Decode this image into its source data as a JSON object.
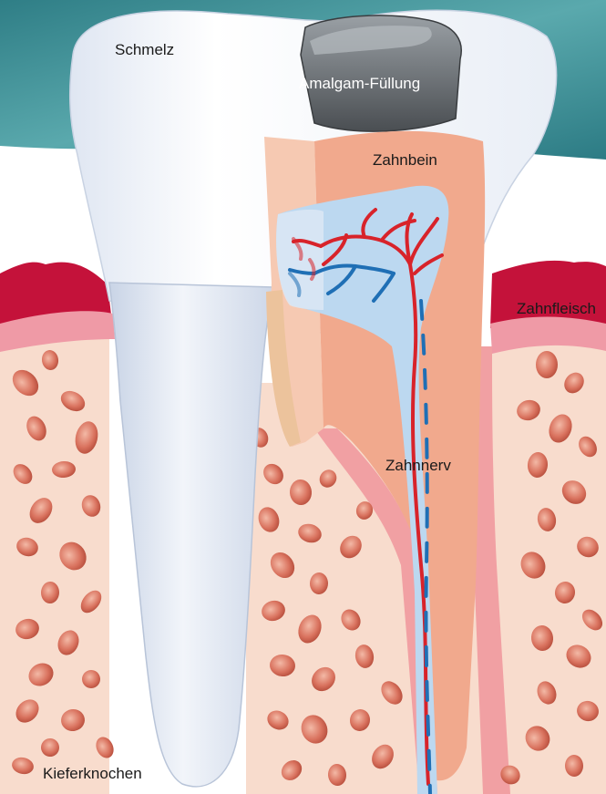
{
  "labels": {
    "enamel": "Schmelz",
    "filling": "Amalgam-Füllung",
    "dentin": "Zahnbein",
    "gum": "Zahnfleisch",
    "nerve": "Zahnnerv",
    "jawbone": "Kieferknochen"
  },
  "colors": {
    "background_top": "#3f8f96",
    "enamel": "#f4f6fb",
    "root": "#dde6f2",
    "dentin": "#f1a98d",
    "dentin_light": "#f6c9b2",
    "pulp": "#bcd8f0",
    "artery": "#d8232a",
    "vein": "#1f6fb5",
    "gum": "#c4123a",
    "gum_light": "#ef9aa6",
    "bone": "#f8dccd",
    "bone_pores": "#d0604d",
    "filling": "#6f7377"
  }
}
